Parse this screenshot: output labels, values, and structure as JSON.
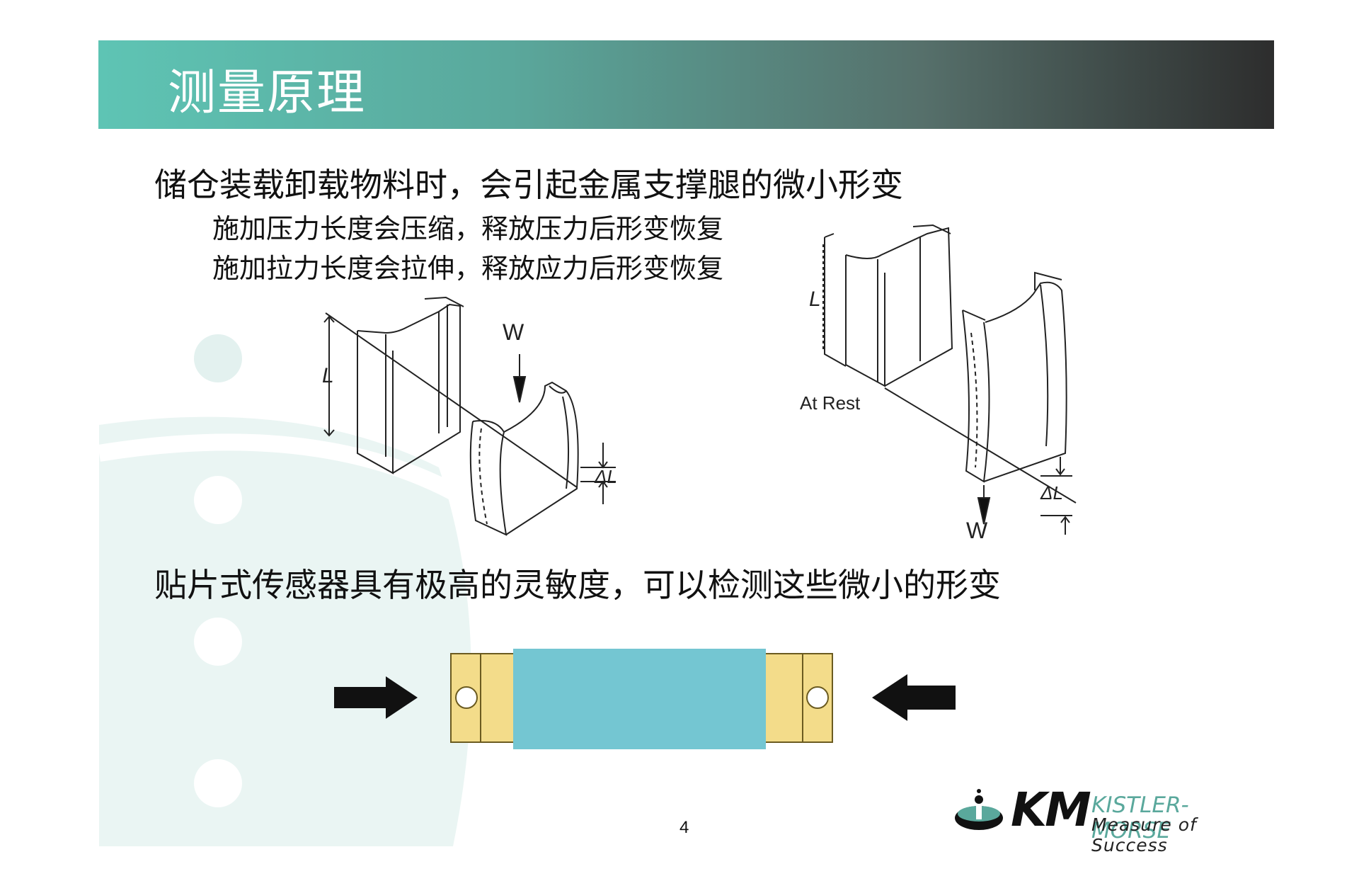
{
  "header": {
    "title": "测量原理"
  },
  "body": {
    "line1": "储仓装载卸载物料时，会引起金属支撑腿的微小形变",
    "line2": "施加压力长度会压缩，释放压力后形变恢复",
    "line3": "施加拉力长度会拉伸，释放应力后形变恢复",
    "line4": "贴片式传感器具有极高的灵敏度，可以检测这些微小的形变"
  },
  "diagram_left": {
    "length_label": "L",
    "force_label": "W",
    "delta_label": "ΔL"
  },
  "diagram_right": {
    "length_label": "L",
    "rest_label": "At Rest",
    "force_label": "W",
    "delta_label": "ΔL"
  },
  "page_number": "4",
  "logo": {
    "initials": "KM",
    "name": "KISTLER-MORSE",
    "tagline": "Measure of Success"
  },
  "colors": {
    "accent_teal": "#5ec4b4",
    "sensor_body": "#74c6d2",
    "sensor_tab": "#f3dc8a"
  }
}
